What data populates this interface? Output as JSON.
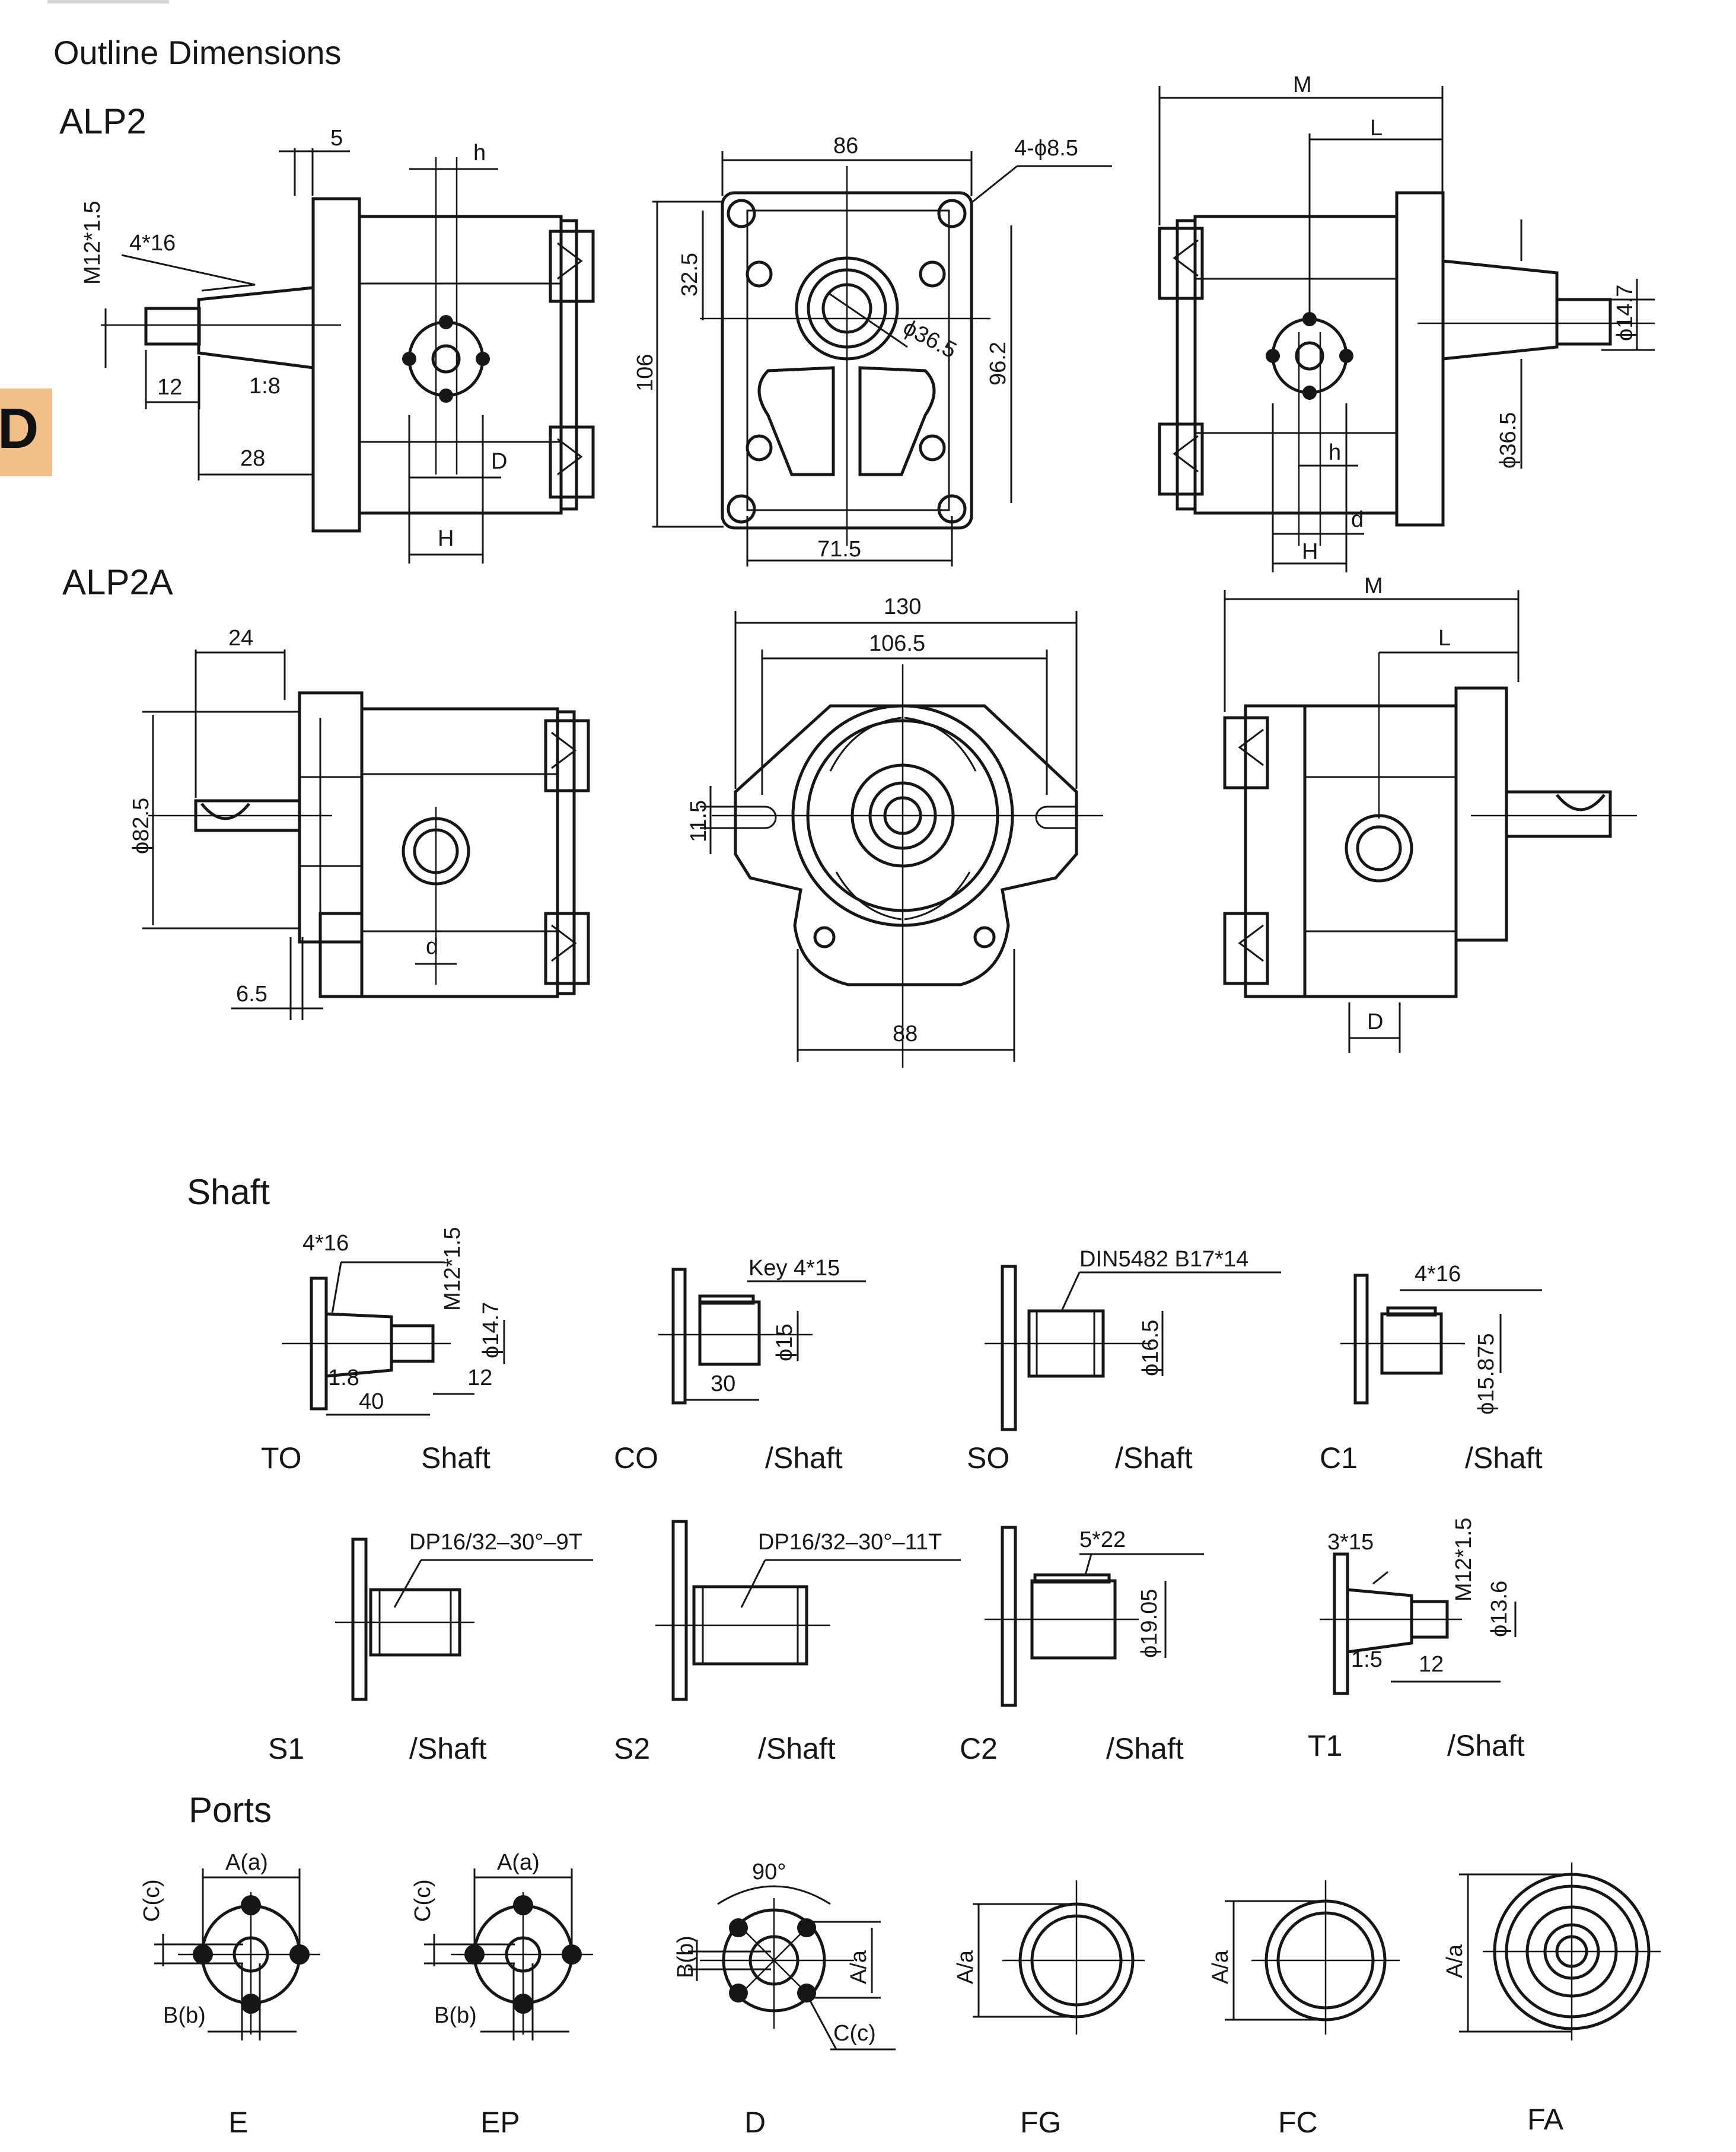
{
  "page_title": "Outline Dimensions",
  "section_tab": "D",
  "alp2": {
    "title": "ALP2",
    "dims": {
      "d5": "5",
      "h": "h",
      "m12": "M12*1.5",
      "k416": "4*16",
      "taper": "1:8",
      "d12": "12",
      "d28": "28",
      "D": "D",
      "H": "H",
      "d86": "86",
      "holes": "4-ϕ8.5",
      "d325": "32.5",
      "d106": "106",
      "d365": "ϕ36.5",
      "d962": "96.2",
      "d715": "71.5",
      "M": "M",
      "L": "L",
      "d147": "ϕ14.7",
      "d365b": "ϕ36.5",
      "h2": "h",
      "d": "d",
      "H2": "H"
    }
  },
  "alp2a": {
    "title": "ALP2A",
    "dims": {
      "d24": "24",
      "d825": "ϕ82.5",
      "d": "d",
      "d65": "6.5",
      "d130": "130",
      "d1065": "106.5",
      "d115": "11.5",
      "d88": "88",
      "M": "M",
      "L": "L",
      "D": "D"
    }
  },
  "shaft": {
    "title": "Shaft",
    "items": [
      {
        "code": "TO",
        "suffix": "Shaft",
        "notes": [
          "4*16",
          "M12*1.5",
          "ϕ14.7",
          "1:8",
          "40",
          "12"
        ]
      },
      {
        "code": "CO",
        "suffix": "/Shaft",
        "notes": [
          "Key 4*15",
          "ϕ15",
          "30"
        ]
      },
      {
        "code": "SO",
        "suffix": "/Shaft",
        "notes": [
          "DIN5482 B17*14",
          "ϕ16.5"
        ]
      },
      {
        "code": "C1",
        "suffix": "/Shaft",
        "notes": [
          "4*16",
          "ϕ15.875"
        ]
      },
      {
        "code": "S1",
        "suffix": "/Shaft",
        "notes": [
          "DP16/32–30°–9T"
        ]
      },
      {
        "code": "S2",
        "suffix": "/Shaft",
        "notes": [
          "DP16/32–30°–11T"
        ]
      },
      {
        "code": "C2",
        "suffix": "/Shaft",
        "notes": [
          "5*22",
          "ϕ19.05"
        ]
      },
      {
        "code": "T1",
        "suffix": "/Shaft",
        "notes": [
          "3*15",
          "M12*1.5",
          "ϕ13.6",
          "1:5",
          "12"
        ]
      }
    ]
  },
  "ports": {
    "title": "Ports",
    "items": [
      {
        "code": "E",
        "labels": [
          "A(a)",
          "C(c)",
          "B(b)"
        ]
      },
      {
        "code": "EP",
        "labels": [
          "A(a)",
          "C(c)",
          "B(b)"
        ]
      },
      {
        "code": "D",
        "labels": [
          "90°",
          "B(b)",
          "A/a",
          "C(c)"
        ]
      },
      {
        "code": "FG",
        "labels": [
          "A/a"
        ]
      },
      {
        "code": "FC",
        "labels": [
          "A/a"
        ]
      },
      {
        "code": "FA",
        "labels": [
          "A/a"
        ]
      }
    ]
  }
}
